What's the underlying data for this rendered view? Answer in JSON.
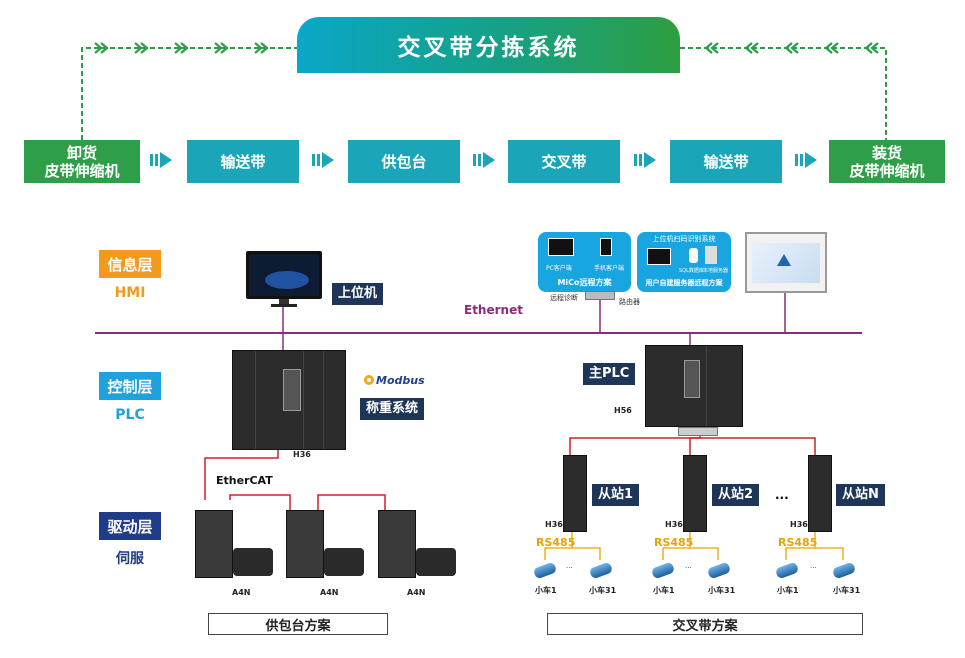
{
  "title": "交叉带分拣系统",
  "flow": {
    "unload_line1": "卸货",
    "unload_line2": "皮带伸缩机",
    "conveyor1": "输送带",
    "feeder": "供包台",
    "crossbelt": "交叉带",
    "conveyor2": "输送带",
    "load_line1": "装货",
    "load_line2": "皮带伸缩机"
  },
  "layers": {
    "info": "信息层",
    "info_sub": "HMI",
    "control": "控制层",
    "control_sub": "PLC",
    "drive": "驱动层",
    "drive_sub": "伺服"
  },
  "left": {
    "host": "上位机",
    "weigh": "称重系统",
    "modbus": "Modbus",
    "plc_model": "H36",
    "ethercat": "EtherCAT",
    "servo_model": "A4N",
    "footer": "供包台方案"
  },
  "right": {
    "mico_title": "MiCo远程方案",
    "mico_a": "手机客户端",
    "mico_b": "PC客户端",
    "remote_diag": "远程诊断",
    "router": "路由器",
    "scan_title": "上位机扫码识别系统",
    "scan_a": "SQL数据库",
    "scan_b": "本地服务器",
    "server_caption": "用户自建服务器远程方案",
    "main_plc": "主PLC",
    "main_plc_model": "H56",
    "slave1": "从站1",
    "slave2": "从站2",
    "slaveN": "从站N",
    "slave_model": "H36",
    "ellipsis": "...",
    "bus": "RS485",
    "car1": "小车1",
    "car31": "小车31",
    "dots": "···",
    "footer": "交叉带方案"
  },
  "network": "Ethernet",
  "colors": {
    "green": "#2e9e48",
    "teal": "#1aa5b9",
    "orange": "#f39a1e",
    "blue": "#1fa2dc",
    "navy": "#1f3c8a",
    "purple": "#8b2b7f",
    "dark_label": "#1f3558",
    "red_line": "#d0202a"
  }
}
